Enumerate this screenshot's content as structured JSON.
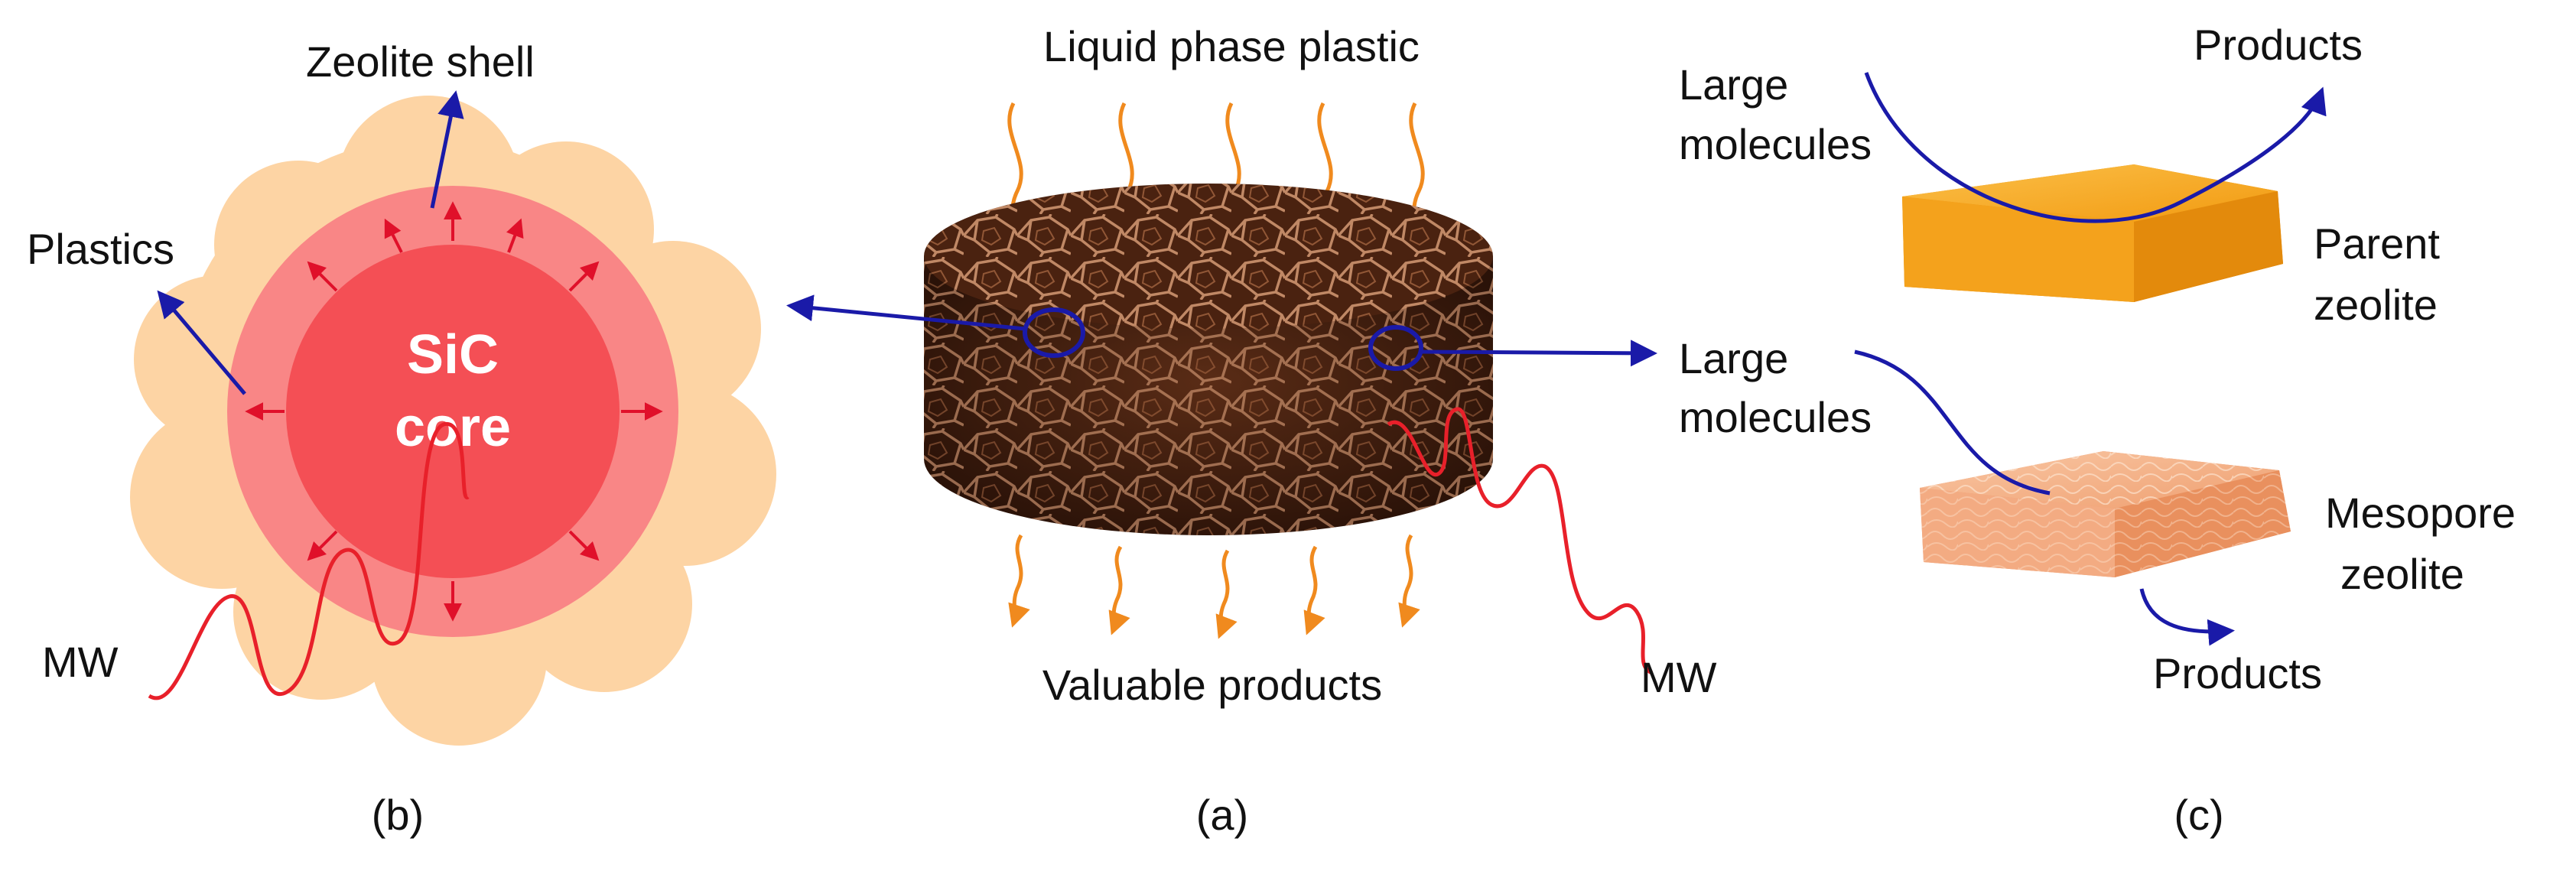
{
  "colors": {
    "arrow_blue": "#1a1aa8",
    "mw_red": "#e8202a",
    "flow_orange": "#f08a1e",
    "plastic_peach": "#fdd4a4",
    "shell_pink": "#f98686",
    "core_red": "#f44f55",
    "radial_arrow": "#e0102a",
    "foam_dark": "#3a1c10",
    "foam_web": "#e0a07a",
    "parent_zeolite": "#f5a418",
    "mesopore_zeolite": "#f6b48c"
  },
  "panel_b": {
    "title": "Zeolite shell",
    "plastics": "Plastics",
    "core_line1": "SiC",
    "core_line2": "core",
    "mw": "MW",
    "caption": "(b)"
  },
  "panel_a": {
    "top_label": "Liquid phase plastic",
    "bottom_label": "Valuable products",
    "mw": "MW",
    "caption": "(a)"
  },
  "panel_c": {
    "top_large_line1": "Large",
    "top_large_line2": "molecules",
    "top_products": "Products",
    "parent_line1": "Parent",
    "parent_line2": "zeolite",
    "bottom_large_line1": "Large",
    "bottom_large_line2": "molecules",
    "mesopore_line1": "Mesopore",
    "mesopore_line2": "zeolite",
    "bottom_products": "Products",
    "caption": "(c)"
  }
}
